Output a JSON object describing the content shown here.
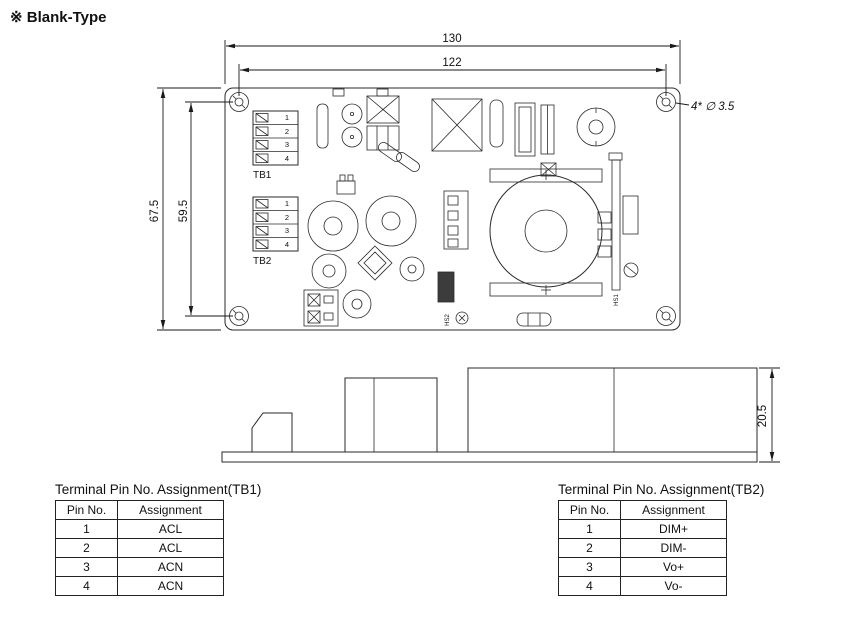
{
  "header": {
    "title": "※ Blank-Type"
  },
  "top_view": {
    "dim_width_outer": "130",
    "dim_width_inner": "122",
    "dim_height_outer": "67.5",
    "dim_height_inner": "59.5",
    "hole_note": "4* ∅ 3.5",
    "tb1_label": "TB1",
    "tb2_label": "TB2",
    "tb1_pins": [
      "1",
      "2",
      "3",
      "4"
    ],
    "tb2_pins": [
      "1",
      "2",
      "3",
      "4"
    ],
    "hs1_label": "HS1",
    "hs2_label": "HS2"
  },
  "side_view": {
    "dim_height": "20.5"
  },
  "tables": {
    "tb1": {
      "title": "Terminal Pin No. Assignment(TB1)",
      "col_pin": "Pin No.",
      "col_assign": "Assignment",
      "rows": [
        {
          "pin": "1",
          "assign": "ACL"
        },
        {
          "pin": "2",
          "assign": "ACL"
        },
        {
          "pin": "3",
          "assign": "ACN"
        },
        {
          "pin": "4",
          "assign": "ACN"
        }
      ]
    },
    "tb2": {
      "title": "Terminal Pin No. Assignment(TB2)",
      "col_pin": "Pin No.",
      "col_assign": "Assignment",
      "rows": [
        {
          "pin": "1",
          "assign": "DIM+"
        },
        {
          "pin": "2",
          "assign": "DIM-"
        },
        {
          "pin": "3",
          "assign": "Vo+"
        },
        {
          "pin": "4",
          "assign": "Vo-"
        }
      ]
    }
  }
}
